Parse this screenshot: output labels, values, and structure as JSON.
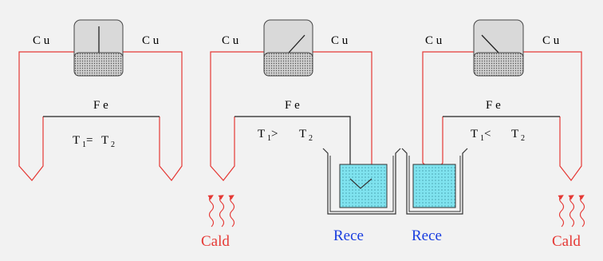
{
  "labels": {
    "copper": "C u",
    "iron": "F e",
    "t1": "T",
    "t2": "T",
    "sub1": "1",
    "sub2": "2",
    "equal": " = ",
    "greater": " > ",
    "less": " < ",
    "hot": "Cald",
    "cold": "Rece"
  },
  "states": [
    {
      "meter_needle": "vertical",
      "relation": "equal"
    },
    {
      "meter_needle": "deflected-right",
      "relation": "greater"
    },
    {
      "meter_needle": "deflected-left",
      "relation": "less"
    }
  ],
  "colors": {
    "copper_wire": "#e53935",
    "iron_wire": "#222222",
    "heat_arrows": "#e53935",
    "hot_label": "#e53935",
    "cold_label": "#1a3ee0",
    "water": "#7fe3ef",
    "meter_body": "#d9d9d9",
    "meter_scale": "#bdbdbd"
  }
}
